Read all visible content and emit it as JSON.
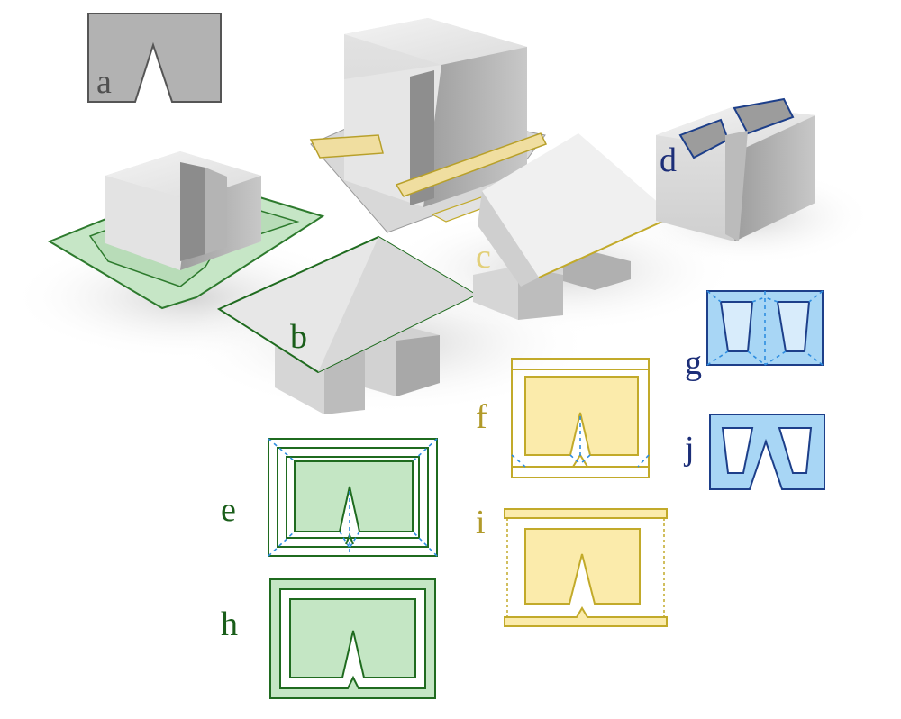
{
  "labels": {
    "a": "a",
    "b": "b",
    "c": "c",
    "d": "d",
    "e": "e",
    "f": "f",
    "g": "g",
    "h": "h",
    "i": "i",
    "j": "j"
  },
  "colors": {
    "grey_fill": "#b2b2b2",
    "grey_stroke": "#555555",
    "green_fill": "#c4e6c4",
    "green_stroke": "#1f6b1f",
    "green_label": "#1a5e1a",
    "yellow_fill": "#fbebab",
    "yellow_stroke": "#c2aa2a",
    "yellow_label": "#b19a2a",
    "blue_fill": "#a8d6f5",
    "blue_stroke": "#1d3f8a",
    "blue_label": "#1c2e78",
    "crease_dash": "#2e8de0",
    "block_top": "#ececec",
    "block_side": "#dadada",
    "block_shadow": "#a8a8a8"
  }
}
